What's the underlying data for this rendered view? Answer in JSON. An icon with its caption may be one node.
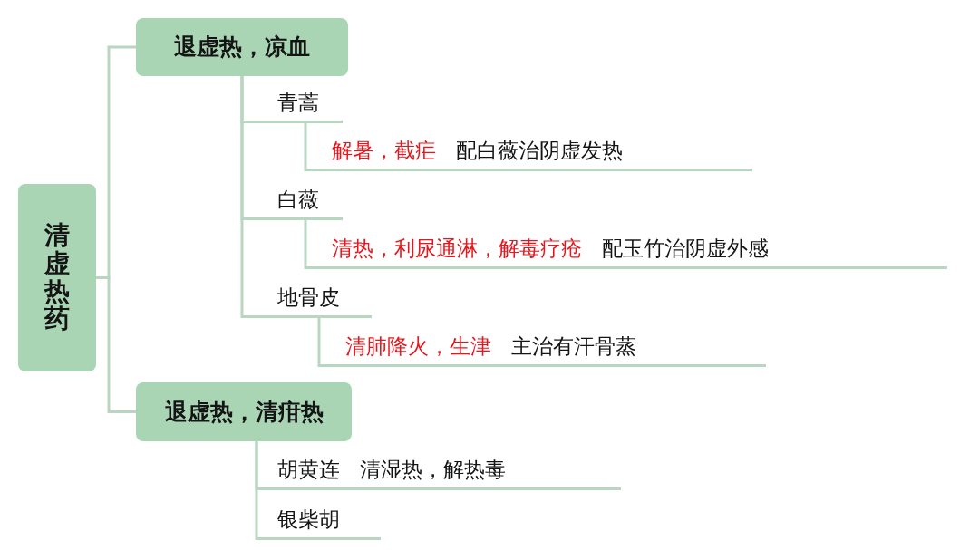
{
  "diagram": {
    "nodes": [
      {
        "text": [
          "清虚热药"
        ]
      },
      {
        "text": [
          "退虚热，凉血"
        ]
      },
      {
        "text": [
          "青蒿"
        ]
      },
      {
        "text": [
          "解暑，截疟",
          "配白薇治阴虚发热"
        ]
      },
      {
        "text": [
          "白薇"
        ]
      },
      {
        "text": [
          "清热，利尿通淋，解毒疗疮",
          "配玉竹治阴虚外感"
        ]
      },
      {
        "text": [
          "地骨皮"
        ]
      },
      {
        "text": [
          "清肺降火，生津",
          "主治有汗骨蒸"
        ]
      },
      {
        "text": [
          "退虚热，清疳热"
        ]
      },
      {
        "text": [
          "胡黄连",
          "清湿热，解热毒"
        ]
      },
      {
        "text": [
          "银柴胡"
        ]
      }
    ],
    "edges": [
      {
        "from": 0,
        "to": 1,
        "arrow": "none"
      },
      {
        "from": 0,
        "to": 8,
        "arrow": "none"
      },
      {
        "from": 1,
        "to": 2,
        "arrow": "none"
      },
      {
        "from": 1,
        "to": 4,
        "arrow": "none"
      },
      {
        "from": 1,
        "to": 6,
        "arrow": "none"
      },
      {
        "from": 2,
        "to": 3,
        "arrow": "none"
      },
      {
        "from": 4,
        "to": 5,
        "arrow": "none"
      },
      {
        "from": 6,
        "to": 7,
        "arrow": "none"
      },
      {
        "from": 8,
        "to": 9,
        "arrow": "none"
      },
      {
        "from": 8,
        "to": 10,
        "arrow": "none"
      }
    ]
  }
}
